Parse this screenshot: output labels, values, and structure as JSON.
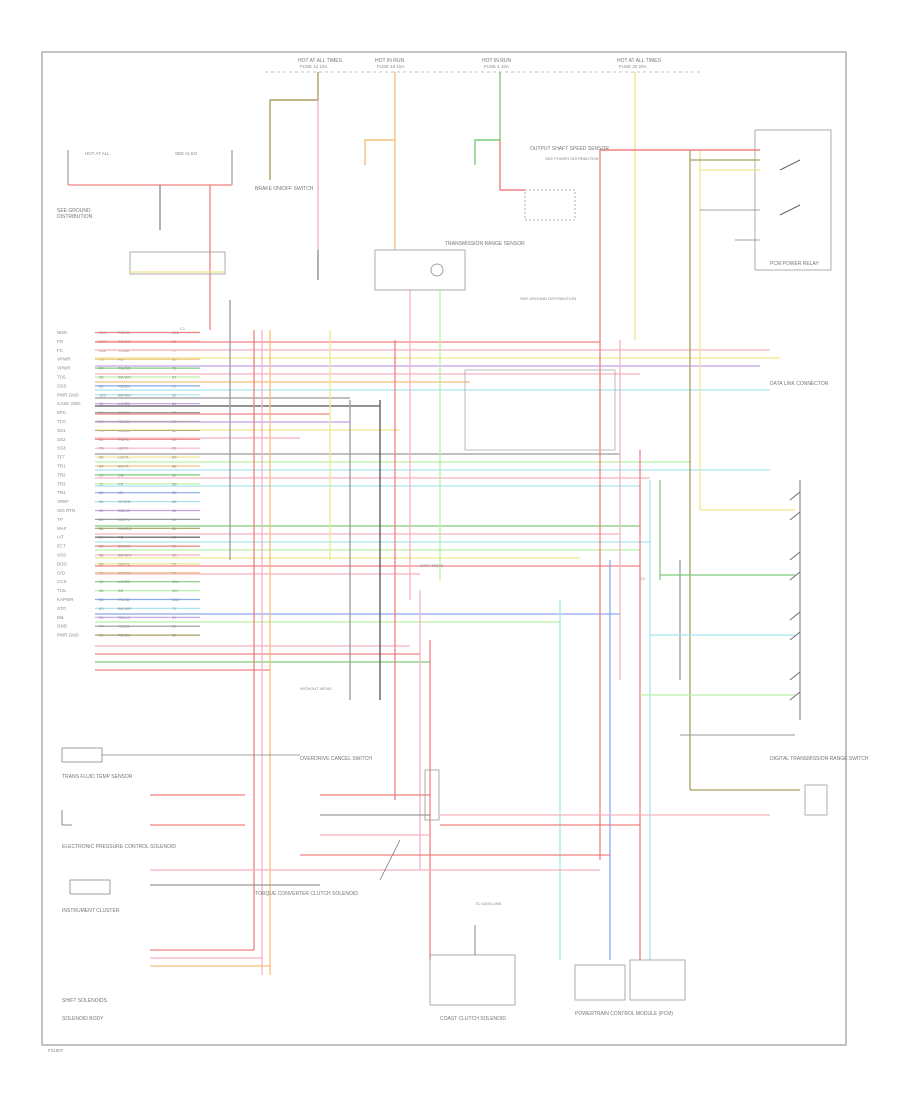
{
  "diagram": {
    "footer_code": "F01807",
    "wire_colors": {
      "red": "#f08080",
      "pink": "#f6b3bd",
      "yellow": "#f0e68c",
      "orange": "#f4c07a",
      "green": "#7ccc7c",
      "light_green": "#b8f0a8",
      "blue": "#8aa8f0",
      "light_blue": "#a8e4f0",
      "purple": "#c4a0e8",
      "gray": "#9a9a9a",
      "olive": "#a8a060",
      "black": "#555555"
    },
    "fuses": [
      {
        "label": "HOT AT ALL TIMES",
        "sub": "FUSE 12 10A"
      },
      {
        "label": "HOT IN RUN",
        "sub": "FUSE 19 15A"
      },
      {
        "label": "HOT IN RUN",
        "sub": "FUSE 1 10A"
      },
      {
        "label": "HOT AT ALL TIMES",
        "sub": "FUSE 20 20A"
      }
    ],
    "components": {
      "pcm": "POWERTRAIN CONTROL MODULE (PCM)",
      "brake_switch": "BRAKE ON/OFF SWITCH",
      "trs": "TRANSMISSION RANGE SENSOR",
      "oss": "OUTPUT SHAFT SPEED SENSOR",
      "tft": "TRANS FLUID TEMP SENSOR",
      "epc": "ELECTRONIC PRESSURE CONTROL SOLENOID",
      "shift_solenoids": "SHIFT SOLENOIDS",
      "tcc": "TORQUE CONVERTER CLUTCH SOLENOID",
      "od_switch": "OVERDRIVE CANCEL SWITCH",
      "data_link": "DATA LINK CONNECTOR",
      "gear_switch": "DIGITAL TRANSMISSION RANGE SWITCH",
      "clutch": "COAST CLUTCH SOLENOID",
      "pcm_power": "PCM POWER RELAY",
      "speedometer": "INSTRUMENT CLUSTER",
      "solenoid_body": "SOLENOID BODY"
    },
    "pcm_pins": [
      "NNN",
      "FD",
      "FC",
      "VPWR",
      "VPWR",
      "TSS",
      "OSS",
      "PWR GND",
      "CASE GND",
      "EPC",
      "TCC",
      "SS1",
      "SS2",
      "SS3",
      "TFT",
      "TR1",
      "TR2",
      "TR3",
      "TR4",
      "VREF",
      "SIG RTN",
      "TP",
      "MAF",
      "IAT",
      "ECT",
      "VSS",
      "BOO",
      "O/D",
      "CCS",
      "TCIL",
      "KAPWR",
      "STO",
      "MIL",
      "GND",
      "PWR GND"
    ],
    "pcm_wires": [
      "PK/LG",
      "TN/OG",
      "YL/BK",
      "RD",
      "TN/OG",
      "BK/WH",
      "RD/BK",
      "BK/WH",
      "LG/RD",
      "WH/YL",
      "RD/LB",
      "OG/BK",
      "PK/YL",
      "LB/YL",
      "LG/YL",
      "BK/YL",
      "DB",
      "PK",
      "LB",
      "GY/RD",
      "DB/LG",
      "OG/YL",
      "WH/RD",
      "RD",
      "BK/WH",
      "BR/WH",
      "DG/YL",
      "PK/WH",
      "LG/RD",
      "BK",
      "PK/LB",
      "BK/WH",
      "RD/LG",
      "YL/LG",
      "RD/BK"
    ],
    "pcm_nums": [
      "104",
      "107",
      "108",
      "71",
      "97",
      "36",
      "52",
      "103",
      "25",
      "77",
      "50",
      "76",
      "51",
      "79",
      "92",
      "64",
      "39",
      "12",
      "80",
      "90",
      "91",
      "89",
      "88",
      "39",
      "38",
      "58",
      "65",
      "46",
      "10",
      "56",
      "55",
      "60",
      "53",
      "77",
      "51"
    ],
    "small_notes": [
      "WITH 4R100",
      "WITHOUT 4R100",
      "TO DATA LINK",
      "SEE GROUND DISTRIBUTION",
      "SEE POWER DISTRIBUTION",
      "C1",
      "C2"
    ]
  }
}
